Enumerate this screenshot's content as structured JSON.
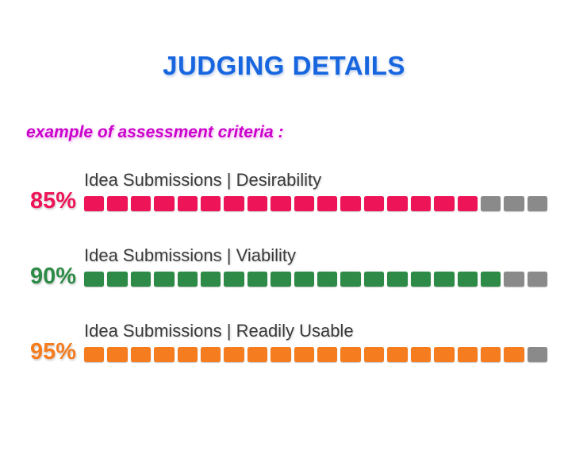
{
  "title": "JUDGING DETAILS",
  "subtitle": "example of assessment criteria :",
  "colors": {
    "title_blue": "#1766df",
    "subtitle_magenta": "#cc00cc",
    "criteria_label_gray": "#3a3a3a",
    "remainder_gray": "#8a8a8a",
    "desirability_red": "#ee1458",
    "viability_green": "#2e8b47",
    "readily_usable_orange": "#f57c1f",
    "background": "#ffffff"
  },
  "chart_data": {
    "type": "bar",
    "style": "segmented-horizontal-progress",
    "title": "JUDGING DETAILS",
    "subtitle": "example of assessment criteria :",
    "orientation": "horizontal",
    "xlim": [
      0,
      100
    ],
    "grid": false,
    "legend": false,
    "categories": [
      "Idea Submissions | Desirability",
      "Idea Submissions | Viability",
      "Idea Submissions | Readily Usable"
    ],
    "values": [
      85,
      90,
      95
    ],
    "series": [
      {
        "name": "Idea Submissions | Desirability",
        "value": 85,
        "percent_label": "85%",
        "segments_total": 20,
        "segments_filled": 17,
        "fill_color": "#ee1458",
        "empty_color": "#8a8a8a"
      },
      {
        "name": "Idea Submissions | Viability",
        "value": 90,
        "percent_label": "90%",
        "segments_total": 20,
        "segments_filled": 18,
        "fill_color": "#2e8b47",
        "empty_color": "#8a8a8a"
      },
      {
        "name": "Idea Submissions | Readily Usable",
        "value": 95,
        "percent_label": "95%",
        "segments_total": 20,
        "segments_filled": 19,
        "fill_color": "#f57c1f",
        "empty_color": "#8a8a8a"
      }
    ]
  }
}
